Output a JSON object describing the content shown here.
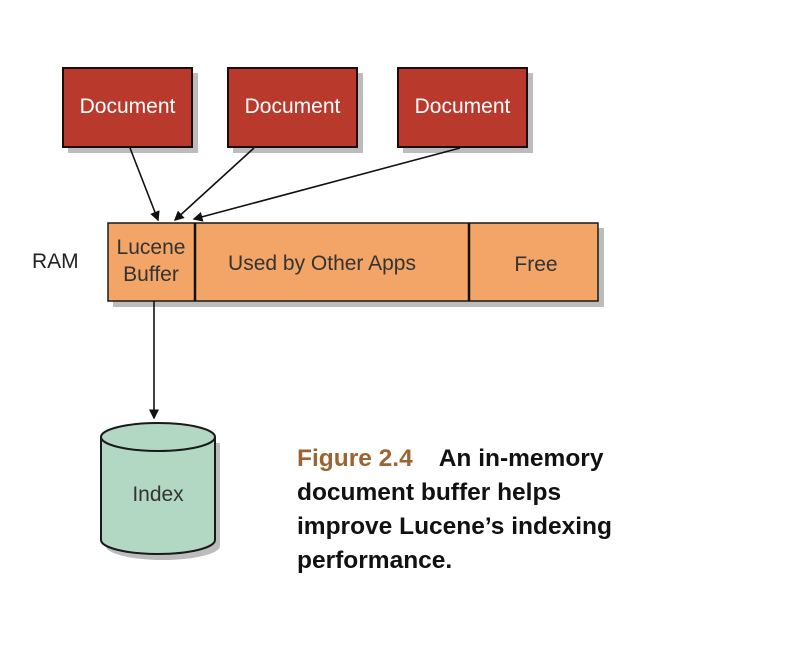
{
  "documents": [
    {
      "label": "Document"
    },
    {
      "label": "Document"
    },
    {
      "label": "Document"
    }
  ],
  "ram": {
    "label": "RAM",
    "segments": {
      "lucene_line1": "Lucene",
      "lucene_line2": "Buffer",
      "other_apps": "Used by Other Apps",
      "free": "Free"
    }
  },
  "index": {
    "label": "Index"
  },
  "caption": {
    "figure_number": "Figure 2.4",
    "line1": "An in-memory",
    "line2": "document buffer helps",
    "line3": "improve Lucene’s indexing",
    "line4": "performance."
  },
  "colors": {
    "document_fill": "#b93a2c",
    "ram_fill": "#f2a566",
    "index_fill": "#b2d7c2",
    "figure_number": "#9c6432"
  }
}
